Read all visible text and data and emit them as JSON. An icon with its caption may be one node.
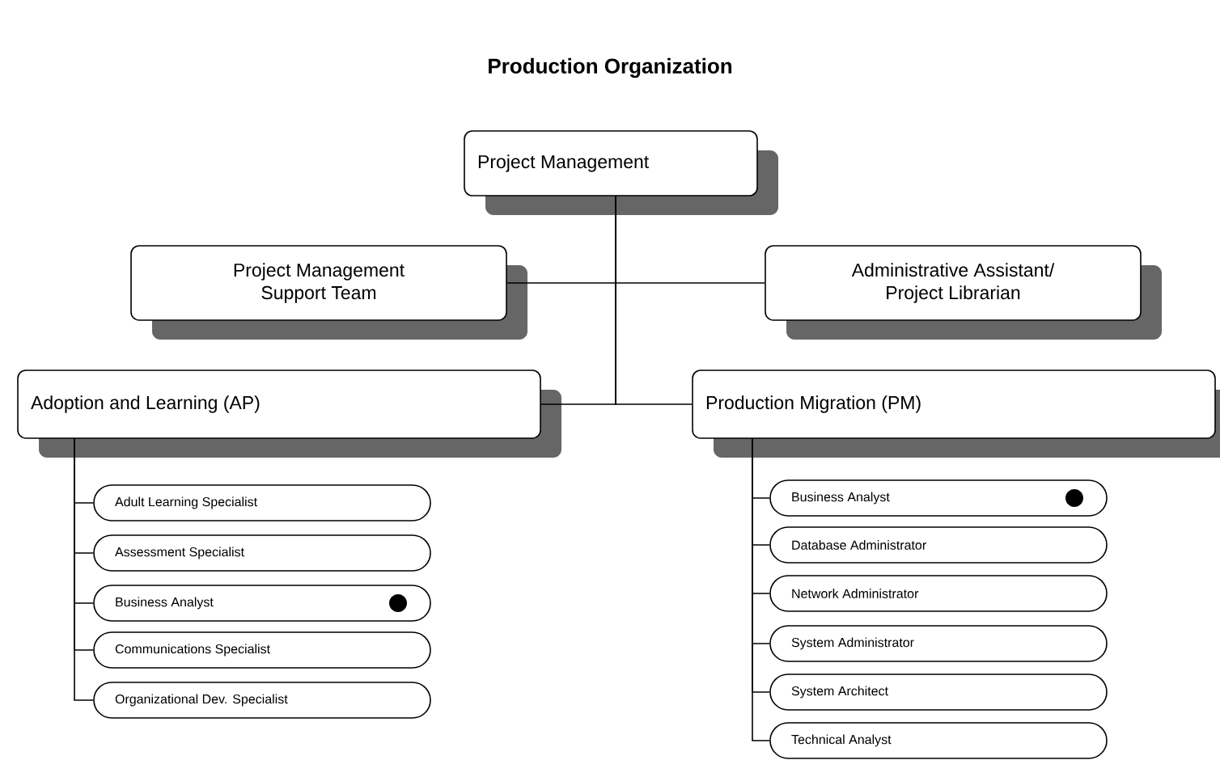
{
  "diagram": {
    "title": "Production Organization",
    "nodes": [
      {
        "text": [
          "Project Management"
        ]
      },
      {
        "text": [
          "Project Management Support Team"
        ]
      },
      {
        "text": [
          "Administrative Assistant/ Project Librarian"
        ]
      },
      {
        "text": [
          "Adoption and Learning (AP)"
        ]
      },
      {
        "text": [
          "Production Migration (PM)"
        ]
      },
      {
        "text": [
          "Adult Learning Specialist"
        ]
      },
      {
        "text": [
          "Assessment Specialist"
        ]
      },
      {
        "text": [
          "Business Analyst"
        ]
      },
      {
        "text": [],
        "shape": "circle",
        "in": 7
      },
      {
        "text": [
          "Communications Specialist"
        ]
      },
      {
        "text": [
          "Organizational Dev. Specialist"
        ]
      },
      {
        "text": [
          "Business Analyst"
        ]
      },
      {
        "text": [],
        "shape": "circle",
        "in": 11
      },
      {
        "text": [
          "Database Administrator"
        ]
      },
      {
        "text": [
          "Network Administrator"
        ]
      },
      {
        "text": [
          "System Administrator"
        ]
      },
      {
        "text": [
          "System Architect"
        ]
      },
      {
        "text": [
          "Technical Analyst"
        ]
      }
    ],
    "edges": [
      {
        "from": 0,
        "to": 1,
        "arrow": "none"
      },
      {
        "from": 0,
        "to": 2,
        "arrow": "none"
      },
      {
        "from": 0,
        "to": 3,
        "arrow": "none"
      },
      {
        "from": 0,
        "to": 4,
        "arrow": "none"
      },
      {
        "from": 3,
        "to": 5,
        "arrow": "none"
      },
      {
        "from": 3,
        "to": 6,
        "arrow": "none"
      },
      {
        "from": 3,
        "to": 7,
        "arrow": "none"
      },
      {
        "from": 3,
        "to": 9,
        "arrow": "none"
      },
      {
        "from": 3,
        "to": 10,
        "arrow": "none"
      },
      {
        "from": 4,
        "to": 11,
        "arrow": "none"
      },
      {
        "from": 4,
        "to": 13,
        "arrow": "none"
      },
      {
        "from": 4,
        "to": 14,
        "arrow": "none"
      },
      {
        "from": 4,
        "to": 15,
        "arrow": "none"
      },
      {
        "from": 4,
        "to": 16,
        "arrow": "none"
      },
      {
        "from": 4,
        "to": 17,
        "arrow": "none"
      }
    ]
  }
}
